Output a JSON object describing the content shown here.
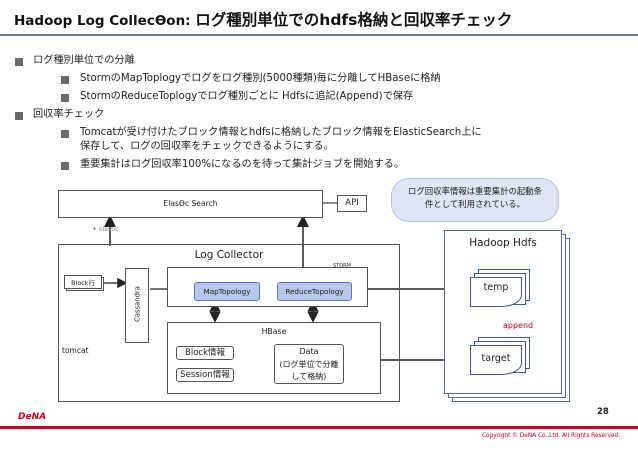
{
  "slide": {
    "title_prefix": "Hadoop Log CollecƟon: ",
    "title_main": "ログ種別単位でのhdfs格納と回収率チェック",
    "page_number": "28",
    "copyright": "Copyright © DeNA Co.,Ltd. All Rights Reserved."
  },
  "bullets": [
    {
      "level": 1,
      "text": "ログ種別単位での分離"
    },
    {
      "level": 2,
      "text": "StormのMapToplogyでログをログ種別(5000種類)毎に分離してHBaseに格納"
    },
    {
      "level": 2,
      "text": "StormのReduceToplogyでログ種別ごとに Hdfsに追記(Append)で保存"
    },
    {
      "level": 1,
      "text": "回収率チェック"
    },
    {
      "level": 2,
      "text": "Tomcatが受け付けたブロック情報とhdfsに格納したブロック情報をElasticSearch上に"
    },
    {
      "level": 2,
      "text": "保存して、ログの回収率をチェックできるようにする。",
      "continuation": true
    },
    {
      "level": 2,
      "text": "重要集計はログ回収率100%になるのを待って集計ジョブを開始する。"
    }
  ],
  "diagram": {
    "elastic_search": "ElasƟc Search",
    "api": "API",
    "callout_line1": "ログ回収率情報は重要集計の起動条",
    "callout_line2": "件として利用されている。",
    "log_collector": "Log Collector",
    "block_label": "Block行",
    "cassandra": "Cassandra",
    "tomcat": "tomcat",
    "map_topology": "MapTopology",
    "reduce_topology": "ReduceTopology",
    "storm_logo": "STORM",
    "hbase": "HBase",
    "block_info": "Block情報",
    "session_info": "Session情報",
    "data_line1": "Data",
    "data_line2": "(ログ単位で分離",
    "data_line3": "して格納)",
    "hadoop_hdfs": "Hadoop Hdfs",
    "temp": "temp",
    "append": "append",
    "target": "target"
  },
  "colors": {
    "accent_red": "#c6001e",
    "topology_fill": "#b8c8ec",
    "topology_border": "#5c77b8",
    "doc_border": "#3c5aa6",
    "arrow_pink": "#d23f9c"
  }
}
